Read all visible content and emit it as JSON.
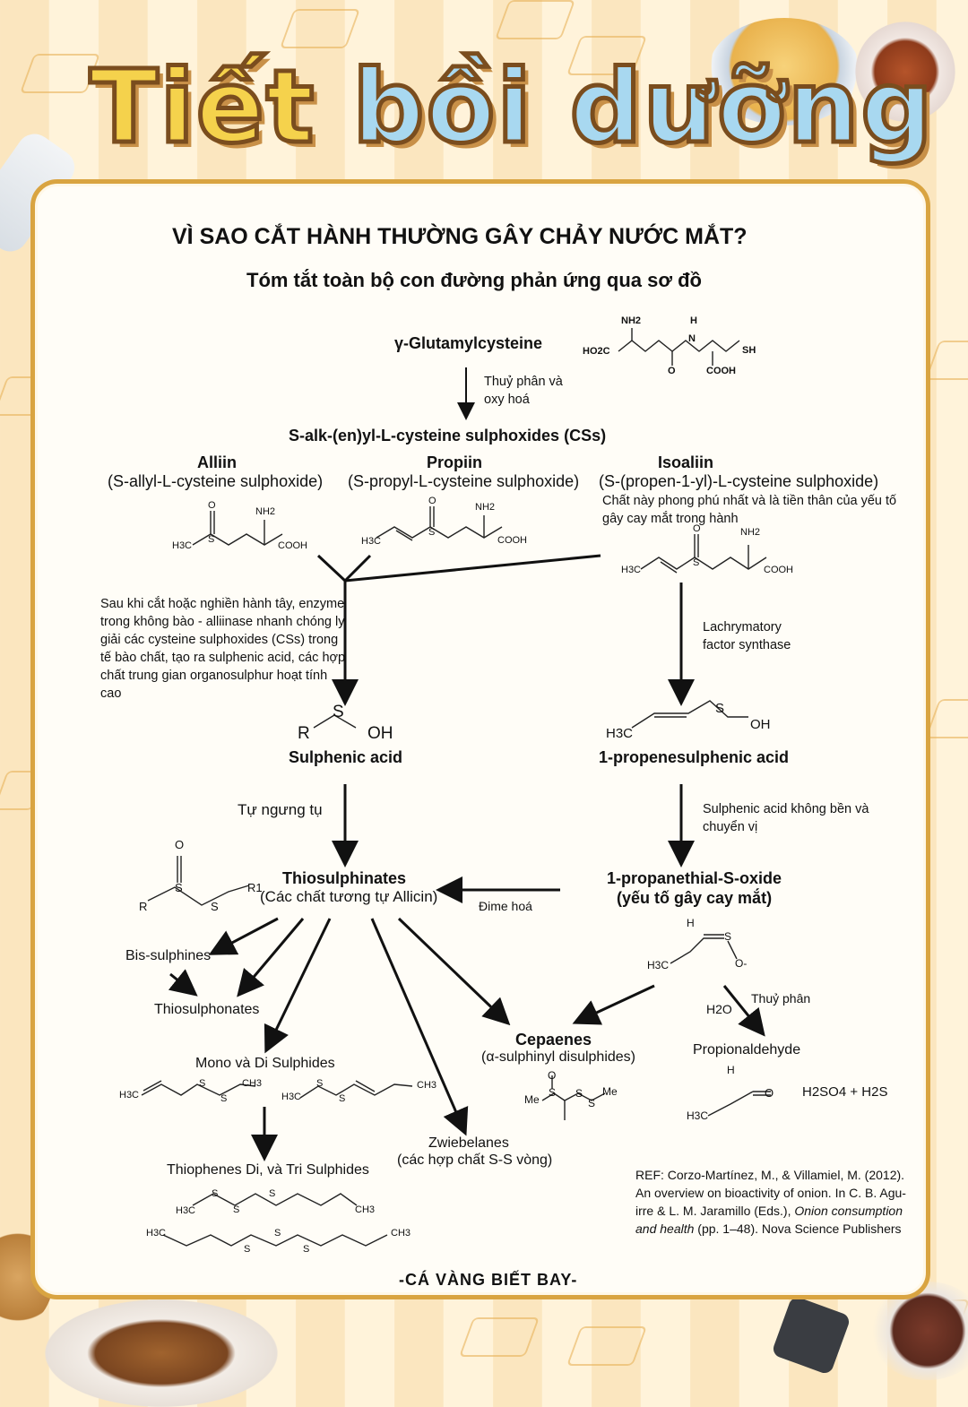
{
  "header": {
    "title_part1": "Tiết",
    "title_part2": "bồi dưỡng"
  },
  "panel": {
    "heading": "VÌ SAO CẮT HÀNH THƯỜNG GÂY CHẢY NƯỚC MẮT?",
    "subheading": "Tóm tắt toàn bộ con đường phản ứng qua sơ đồ"
  },
  "nodes": {
    "glutamyl": "γ-Glutamylcysteine",
    "glutamyl_atoms": {
      "nh2": "NH2",
      "h": "H",
      "n": "N",
      "ho2c": "HO2C",
      "o": "O",
      "sh": "SH",
      "cooh": "COOH"
    },
    "hydrolysis_note": "Thuỷ phân và oxy hoá",
    "css": "S-alk-(en)yl-L-cysteine sulphoxides (CSs)",
    "alliin": "Alliin",
    "alliin_sub": "(S-allyl-L-cysteine sulphoxide)",
    "propiin": "Propiin",
    "propiin_sub": "(S-propyl-L-cysteine sulphoxide)",
    "isoaliin": "Isoaliin",
    "isoaliin_sub": "(S-(propen-1-yl)-L-cysteine sulphoxide)",
    "isoaliin_note": "Chất này phong phú nhất và là tiền thân của yếu tố gây cay mắt trong hành",
    "alliinase_note": "Sau khi cắt hoặc nghiền hành tây, enzyme trong không bào - alliinase nhanh chóng ly giải các cysteine sulphoxides (CSs) trong tế bào chất, tạo ra sulphenic acid, các hợp chất trung gian organosulphur hoạt tính cao",
    "lachry": "Lachrymatory factor synthase",
    "sulphenic": "Sulphenic acid",
    "sulphenic_atoms": {
      "r": "R",
      "s": "S",
      "oh": "OH"
    },
    "propene_sulphenic": "1-propenesulphenic acid",
    "propene_atoms": {
      "h3c": "H3C",
      "s": "S",
      "oh": "OH"
    },
    "self_condense": "Tự ngưng tụ",
    "rearrange_note": "Sulphenic acid không bền và chuyển vị",
    "thiosulphinates": "Thiosulphinates",
    "thiosulphinates_sub": "(Các chất tương tự Allicin)",
    "thio_atoms": {
      "o": "O",
      "s1": "S",
      "s2": "S",
      "r": "R",
      "r1": "R1"
    },
    "dimer": "Đime hoá",
    "propanethial": "1-propanethial-S-oxide",
    "propanethial_sub": "(yếu tố gây cay mắt)",
    "propanethial_atoms": {
      "h": "H",
      "h3c": "H3C",
      "s": "S",
      "o": "O-"
    },
    "bis": "Bis-sulphines",
    "thiosulphonates": "Thiosulphonates",
    "mono_di": "Mono và Di Sulphides",
    "thiophenes": "Thiophenes Di, và Tri Sulphides",
    "zwiebelanes": "Zwiebelanes",
    "zwiebelanes_sub": "(các hợp chất S-S vòng)",
    "cepaenes": "Cepaenes",
    "cepaenes_sub": "(α-sulphinyl disulphides)",
    "hydrolysis2": "Thuỷ phân",
    "h2o": "H2O",
    "propionaldehyde": "Propionaldehyde",
    "h2so4": "H2SO4 + H2S",
    "mol_labels": {
      "h3c": "H3C",
      "ch3": "CH3",
      "nh2": "NH2",
      "cooh": "COOH",
      "s": "S",
      "o": "O",
      "me": "Me"
    }
  },
  "reference": {
    "line1": "REF: Corzo-Martínez, M., & Villamiel, M. (2012).",
    "line2": "An overview on bioactivity of onion. In C. B. Agu-",
    "line3a": "irre & L. M. Jaramillo (Eds.), ",
    "line3b": "Onion consumption",
    "line4a": "and health",
    "line4b": " (pp. 1–48). Nova Science Publishers"
  },
  "footer": "-CÁ VÀNG BIẾT BAY-"
}
